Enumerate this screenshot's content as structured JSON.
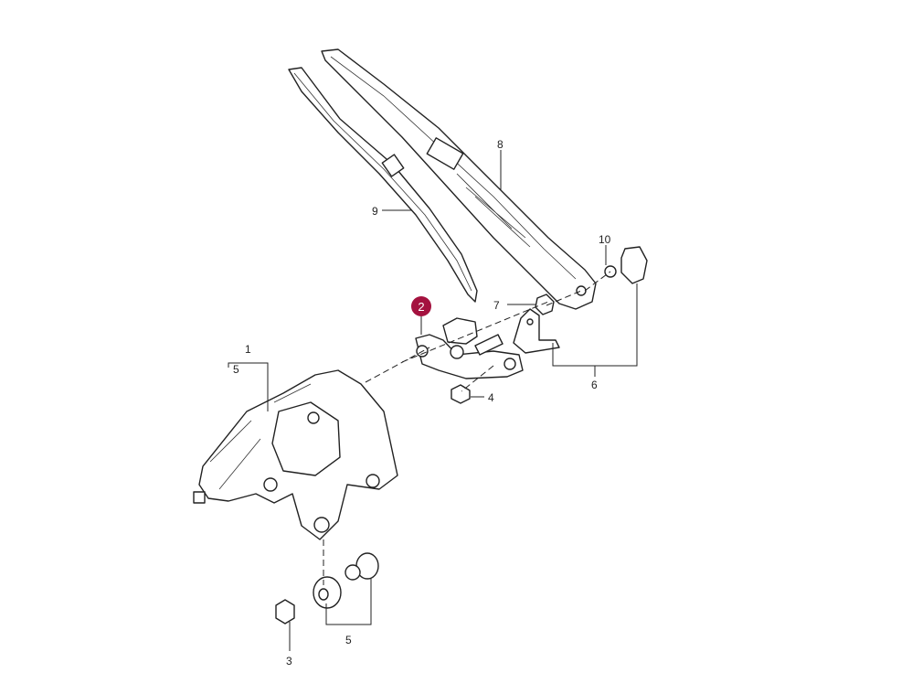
{
  "diagram": {
    "title": "Rear wiper motor and arm assembly",
    "highlight_color": "#a4123f",
    "callouts": [
      {
        "id": "1",
        "label": "1"
      },
      {
        "id": "2",
        "label": "2",
        "highlighted": true
      },
      {
        "id": "3",
        "label": "3"
      },
      {
        "id": "4",
        "label": "4"
      },
      {
        "id": "5a",
        "label": "5"
      },
      {
        "id": "5b",
        "label": "5"
      },
      {
        "id": "6",
        "label": "6"
      },
      {
        "id": "7",
        "label": "7"
      },
      {
        "id": "8",
        "label": "8"
      },
      {
        "id": "9",
        "label": "9"
      },
      {
        "id": "10",
        "label": "10"
      }
    ]
  }
}
